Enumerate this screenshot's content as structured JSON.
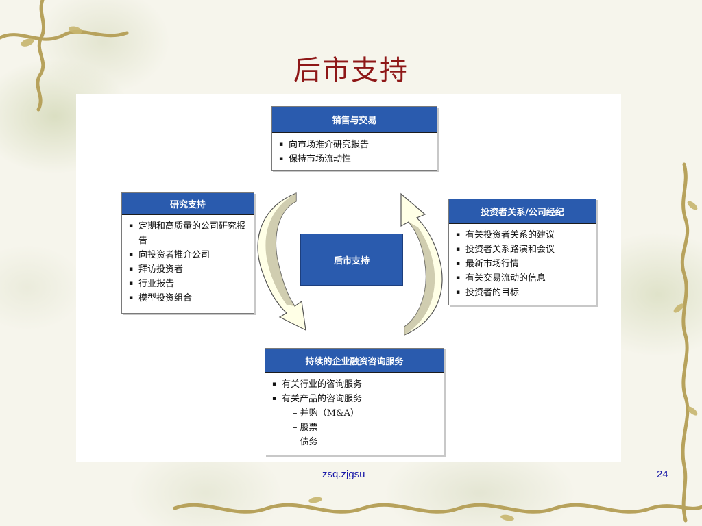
{
  "slide": {
    "title": "后市支持",
    "footer_left": "zsq.zjgsu",
    "page_number": "24"
  },
  "diagram": {
    "center_label": "后市支持",
    "top": {
      "heading": "销售与交易",
      "items": [
        "向市场推介研究报告",
        "保持市场流动性"
      ]
    },
    "left": {
      "heading": "研究支持",
      "items": [
        "定期和高质量的公司研究报告",
        "向投资者推介公司",
        "拜访投资者",
        "行业报告",
        "模型投资组合"
      ]
    },
    "right": {
      "heading": "投资者关系/公司经纪",
      "items": [
        "有关投资者关系的建议",
        "投资者关系路演和会议",
        "最新市场行情",
        "有关交易流动的信息",
        "投资者的目标"
      ]
    },
    "bottom": {
      "heading": "持续的企业融资咨询服务",
      "items": [
        "有关行业的咨询服务",
        "有关产品的咨询服务"
      ],
      "sub_items": [
        "– 并购（M&A）",
        "– 股票",
        "– 债务"
      ]
    }
  }
}
